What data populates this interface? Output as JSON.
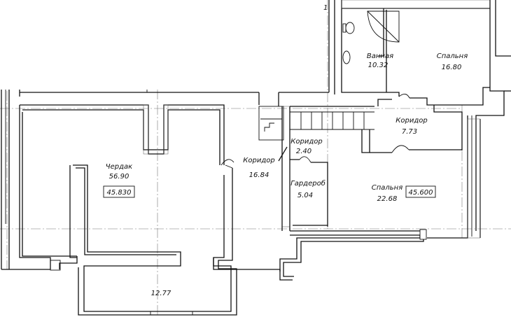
{
  "plan": {
    "rooms": [
      {
        "id": "attic",
        "name": "Чердак",
        "area": "56.90"
      },
      {
        "id": "corridor-main",
        "name": "Коридор",
        "area": "16.84"
      },
      {
        "id": "corridor-small",
        "name": "Коридор",
        "area": "2.40"
      },
      {
        "id": "wardrobe",
        "name": "Гардероб",
        "area": "5.04"
      },
      {
        "id": "bedroom-large",
        "name": "Спальня",
        "area": "22.68"
      },
      {
        "id": "corridor-upper",
        "name": "Коридор",
        "area": "7.73"
      },
      {
        "id": "bathroom",
        "name": "Ванная",
        "area": "10.32"
      },
      {
        "id": "bedroom-upper",
        "name": "Спальня",
        "area": "16.80"
      },
      {
        "id": "terrace",
        "name": "",
        "area": "12.77"
      }
    ],
    "levels": [
      {
        "id": "level-attic",
        "value": "45.830"
      },
      {
        "id": "level-bedroom",
        "value": "45.600"
      }
    ],
    "corner_mark": "1"
  }
}
